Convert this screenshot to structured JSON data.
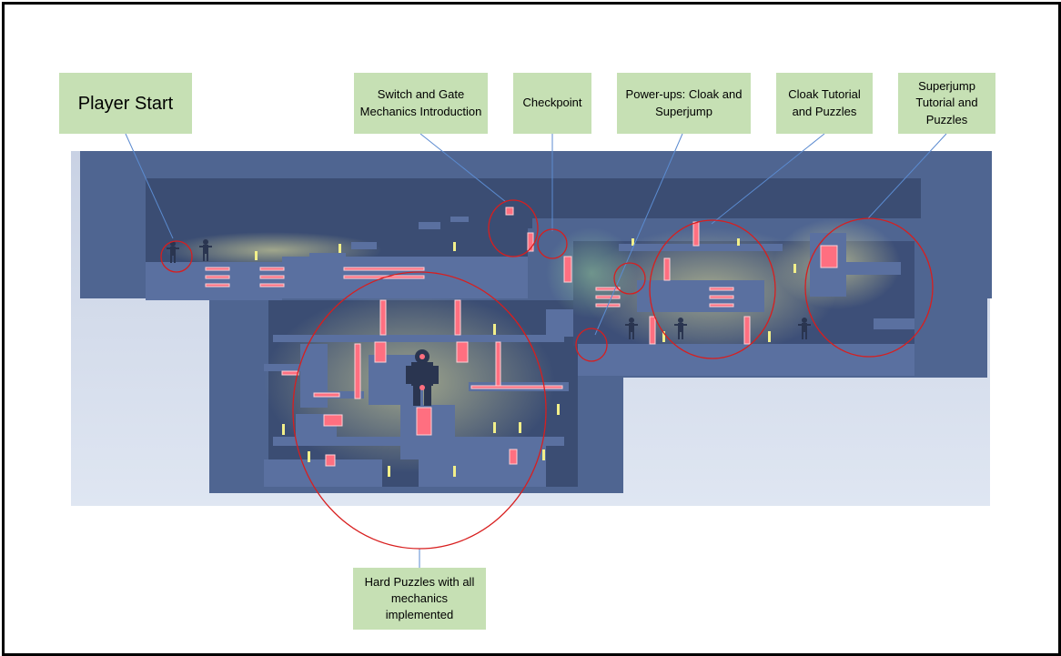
{
  "labels": {
    "player_start": "Player Start",
    "switch_gate": "Switch and Gate Mechanics Introduction",
    "checkpoint": "Checkpoint",
    "powerups": "Power-ups: Cloak and Superjump",
    "cloak_tutorial": "Cloak Tutorial and Puzzles",
    "superjump_tutorial": "Superjump Tutorial and Puzzles",
    "hard_puzzles": "Hard Puzzles with all mechanics implemented"
  },
  "colors": {
    "label_bg": "#c6e0b4",
    "level_blue": "#4f6591",
    "level_dark": "#3b4d73",
    "laser": "#ff5a6e",
    "glow": "#f4f0a0",
    "circle": "#d81e1e",
    "leader_line": "#5b8bd0"
  }
}
